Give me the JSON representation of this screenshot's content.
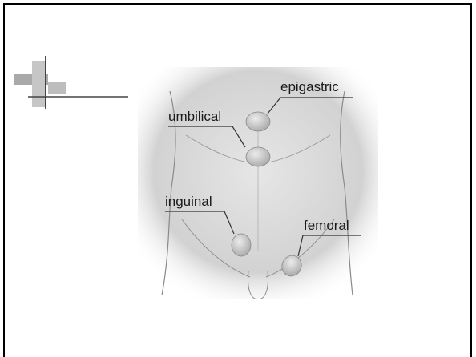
{
  "diagram": {
    "labels": {
      "epigastric": "epigastric",
      "umbilical": "umbilical",
      "inguinal": "inguinal",
      "femoral": "femoral"
    }
  },
  "colors": {
    "border": "#000000",
    "skin": "#d4d4d4",
    "bulge": "#c2c2c2",
    "label_text": "#1a1a1a"
  }
}
